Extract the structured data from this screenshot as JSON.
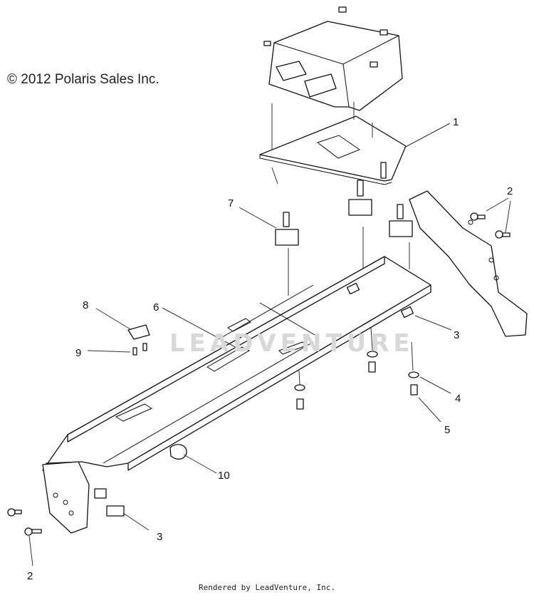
{
  "copyright": "© 2012 Polaris Sales Inc.",
  "footer": "Rendered by LeadVenture, Inc.",
  "watermark": "LEADVENTURE",
  "callouts": [
    "1",
    "2",
    "2",
    "3",
    "3",
    "4",
    "5",
    "6",
    "7",
    "8",
    "9",
    "10"
  ]
}
